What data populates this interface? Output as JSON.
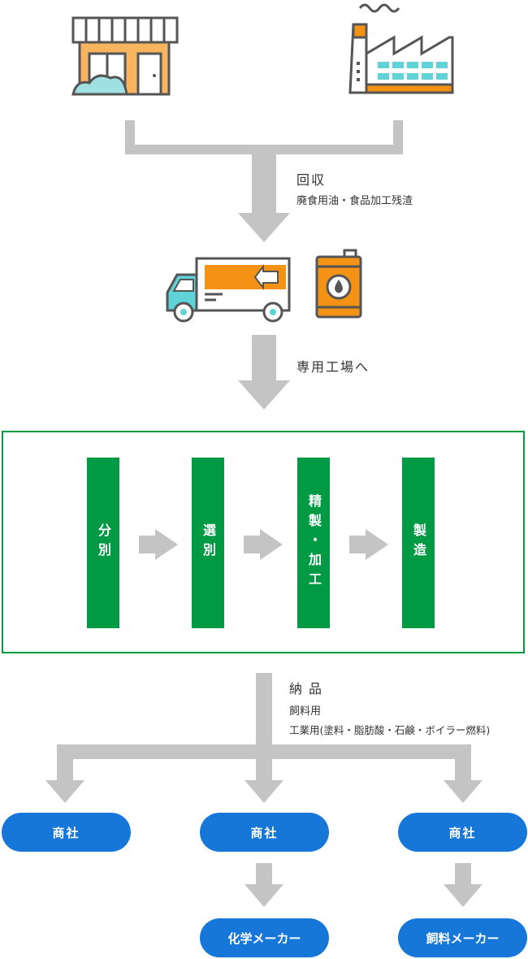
{
  "collection": {
    "title": "回収",
    "subtitle": "廃食用油・食品加工残渣"
  },
  "transport": {
    "label": "専用工場へ"
  },
  "process": {
    "steps": [
      "分別",
      "選別",
      "精製・加工",
      "製造"
    ]
  },
  "delivery": {
    "title": "納品",
    "line1": "飼料用",
    "line2": "工業用(塗料・脂肪酸・石鹸・ボイラー燃料)"
  },
  "destinations": {
    "trading1": "商社",
    "trading2": "商社",
    "trading3": "商社",
    "chemical": "化学メーカー",
    "feed": "飼料メーカー"
  },
  "icons": {
    "shop": "shop-icon",
    "factory": "factory-icon",
    "truck": "truck-icon",
    "drum": "oil-drum-icon"
  },
  "colors": {
    "green": "#009944",
    "blue": "#1677d9",
    "orange": "#f39214",
    "cyan": "#5fd3d8",
    "arrow_gray": "#c4c4c4"
  }
}
